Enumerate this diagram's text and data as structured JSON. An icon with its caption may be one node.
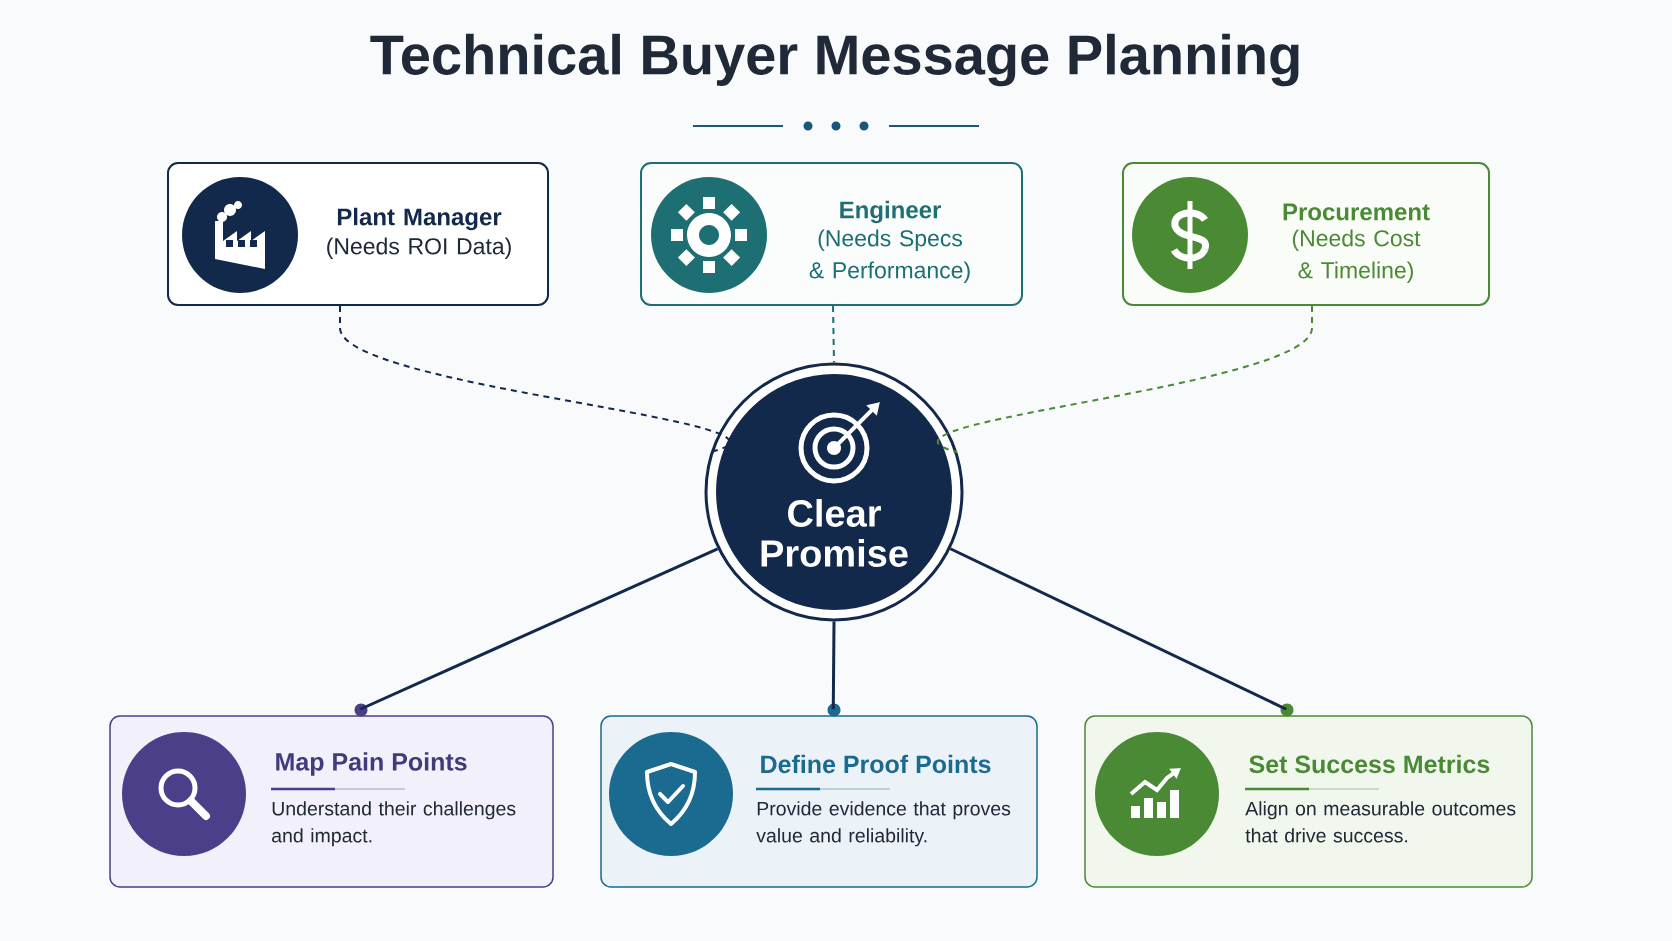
{
  "diagram": {
    "title": "Technical Buyer Message Planning",
    "nodes": [
      {
        "text": [
          "Plant Manager",
          "(Needs ROI Data)"
        ]
      },
      {
        "text": [
          "Engineer",
          "(Needs Specs & Performance)"
        ]
      },
      {
        "text": [
          "Procurement",
          "(Needs Cost & Timeline)"
        ]
      },
      {
        "text": [
          "Clear Promise"
        ]
      },
      {
        "text": [
          "Map Pain Points",
          "Understand their challenges and impact."
        ]
      },
      {
        "text": [
          "Define Proof Points",
          "Provide evidence that proves value and reliability."
        ]
      },
      {
        "text": [
          "Set Success Metrics",
          "Align on measurable outcomes that drive success."
        ]
      }
    ],
    "edges": [
      {
        "from": 0,
        "to": 3,
        "arrow": "none",
        "style": "dashed"
      },
      {
        "from": 1,
        "to": 3,
        "arrow": "none",
        "style": "dashed",
        "color": "#1e6f73"
      },
      {
        "from": 2,
        "to": 3,
        "arrow": "none",
        "style": "dashed",
        "color": "#4a8a35"
      },
      {
        "from": 3,
        "to": 4,
        "arrow": "none"
      },
      {
        "from": 3,
        "to": 5,
        "arrow": "none"
      },
      {
        "from": 3,
        "to": 6,
        "arrow": "none"
      }
    ]
  }
}
